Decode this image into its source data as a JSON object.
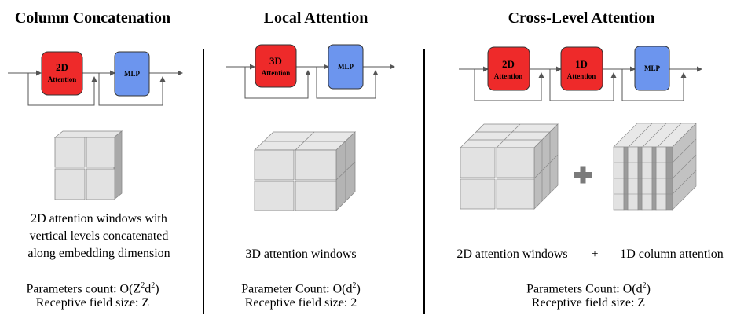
{
  "panels": [
    {
      "title": "Column Concatenation",
      "blocks": [
        {
          "main": "2D",
          "sub": "Attention",
          "color": "#ee2a2a"
        },
        {
          "main": "MLP",
          "sub": "",
          "color": "#6c95ee"
        }
      ],
      "description": [
        "2D attention windows with",
        "vertical levels concatenated",
        "along embedding dimension"
      ],
      "params_prefix": "Parameters count: O(Z",
      "params_sup1": "2",
      "params_mid": "d",
      "params_sup2": "2",
      "params_suffix": ")",
      "receptive": "Receptive field size: Z"
    },
    {
      "title": "Local Attention",
      "blocks": [
        {
          "main": "3D",
          "sub": "Attention",
          "color": "#ee2a2a"
        },
        {
          "main": "MLP",
          "sub": "",
          "color": "#6c95ee"
        }
      ],
      "description": [
        "3D attention windows"
      ],
      "params_prefix": "Parameter Count: O(d",
      "params_sup": "2",
      "params_suffix": ")",
      "receptive": "Receptive field size: 2"
    },
    {
      "title": "Cross-Level Attention",
      "blocks": [
        {
          "main": "2D",
          "sub": "Attention",
          "color": "#ee2a2a"
        },
        {
          "main": "1D",
          "sub": "Attention",
          "color": "#ee2a2a"
        },
        {
          "main": "MLP",
          "sub": "",
          "color": "#6c95ee"
        }
      ],
      "description_left": "2D attention windows",
      "plus": "+",
      "description_right": "1D column attention",
      "params_prefix": "Parameters Count: O(d",
      "params_sup": "2",
      "params_suffix": ")",
      "receptive": "Receptive field size: Z"
    }
  ]
}
